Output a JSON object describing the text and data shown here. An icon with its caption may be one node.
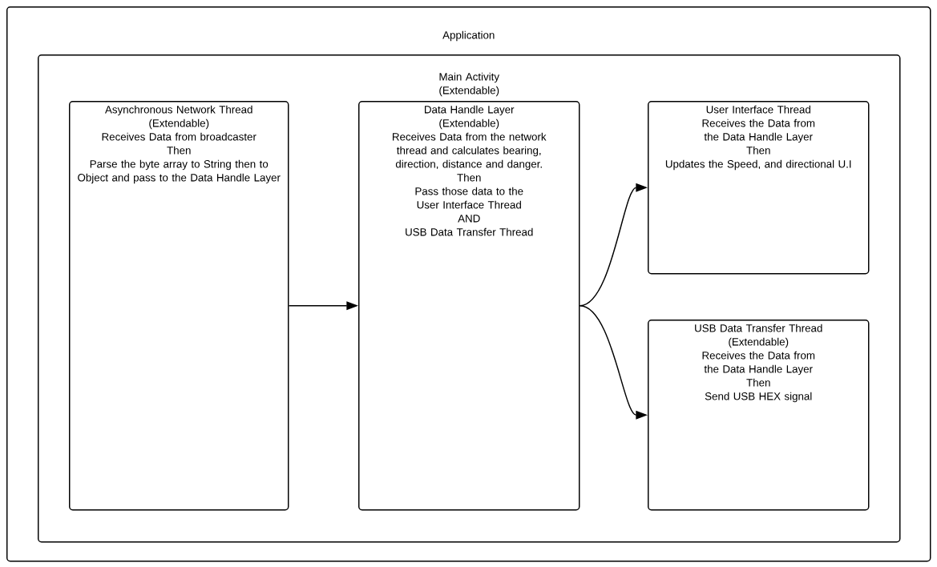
{
  "diagram": {
    "nodes": [
      {
        "text": [
          "Application"
        ]
      },
      {
        "text": [
          "Main Activity (Extendable)"
        ],
        "in": 0
      },
      {
        "text": [
          "Asynchronous Network Thread",
          "(Extendable)",
          "Receives Data from broadcaster",
          "Then",
          "Parse the byte array to String then to Object and pass to the Data Handle Layer"
        ],
        "in": 1
      },
      {
        "text": [
          "Data Handle Layer",
          "(Extendable)",
          "Receives Data from the network thread and calculates bearing, direction, distance and danger.",
          "Then",
          "Pass those data to the User Interface Thread",
          "AND",
          "USB Data Transfer Thread"
        ],
        "in": 1
      },
      {
        "text": [
          "User Interface Thread",
          "Receives the Data from the Data Handle Layer",
          "Then",
          "Updates the Speed, and directional U.I"
        ],
        "in": 1
      },
      {
        "text": [
          "USB Data Transfer Thread",
          "(Extendable)",
          "Receives the Data from the Data Handle Layer",
          "Then",
          "Send USB HEX signal"
        ],
        "in": 1
      }
    ],
    "edges": [
      {
        "from": 2,
        "to": 3,
        "arrow": "to"
      },
      {
        "from": 3,
        "to": 4,
        "arrow": "to"
      },
      {
        "from": 3,
        "to": 5,
        "arrow": "to"
      }
    ]
  }
}
